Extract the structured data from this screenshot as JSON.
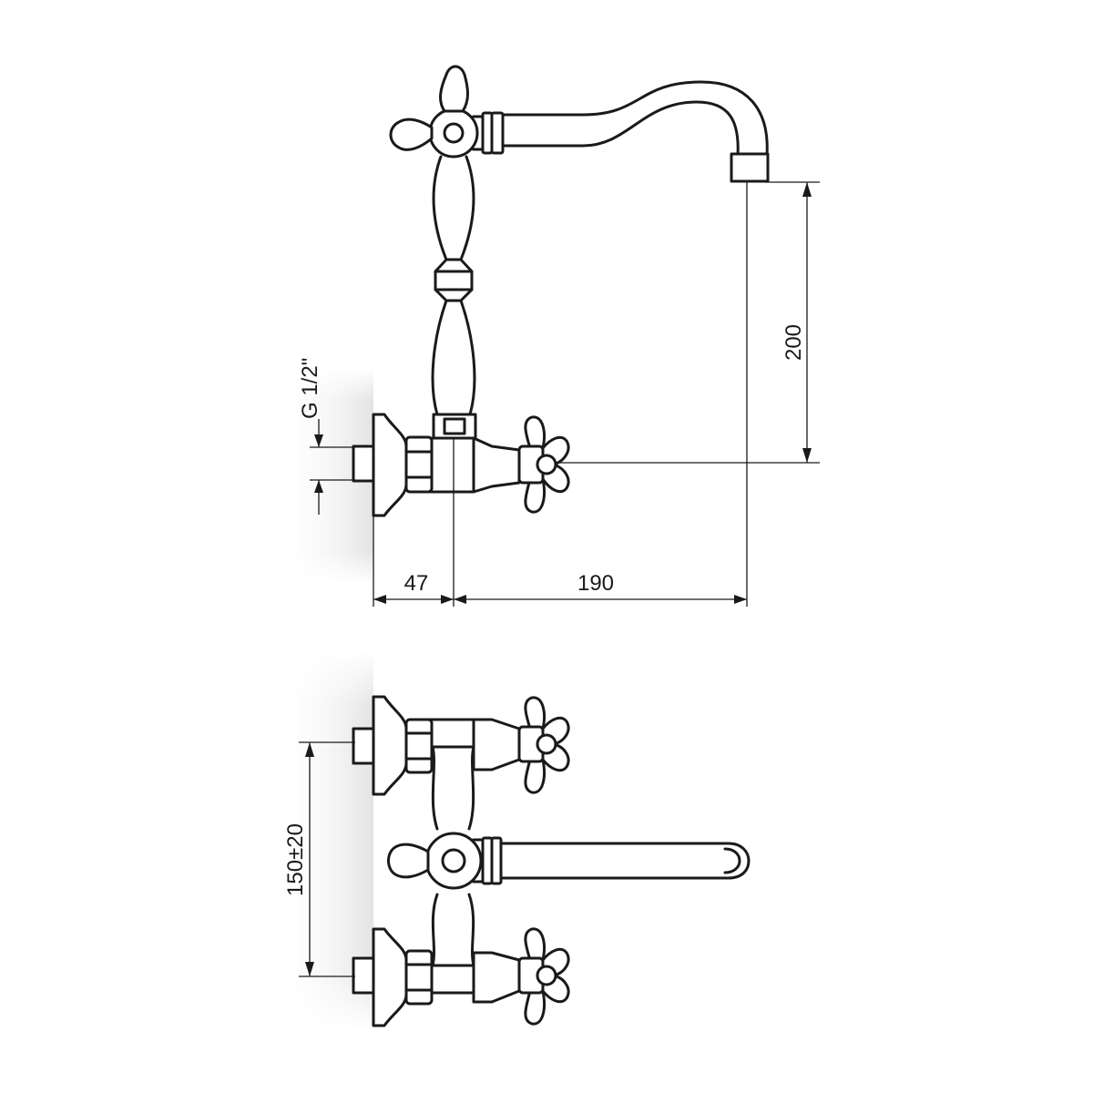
{
  "dimensions": {
    "thread": "G 1/2\"",
    "spout_height": "200",
    "wall_offset": "47",
    "spout_reach": "190",
    "centers": "150±20"
  },
  "colors": {
    "line": "#1a1a1a",
    "wall_shade": "#e3e3e3"
  }
}
